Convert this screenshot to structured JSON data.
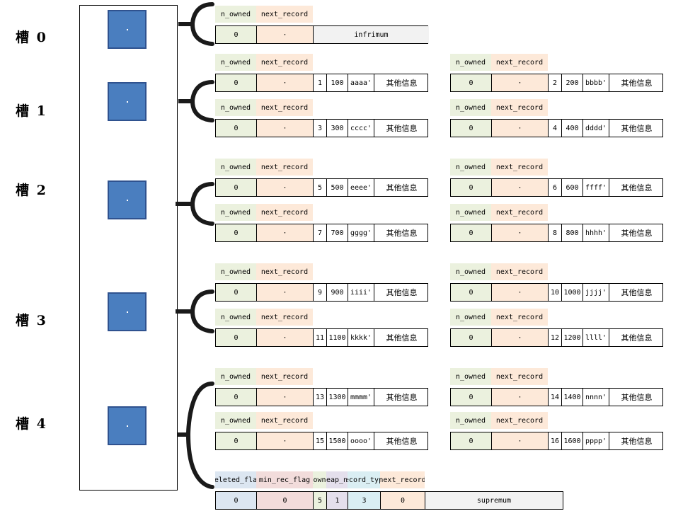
{
  "slots": [
    {
      "label": "槽 0"
    },
    {
      "label": "槽 1"
    },
    {
      "label": "槽 2"
    },
    {
      "label": "槽 3"
    },
    {
      "label": "槽 4"
    }
  ],
  "headers": {
    "n_owned": "n_owned",
    "next_record": "next_record"
  },
  "infimum": {
    "n_owned": "0",
    "next": "·",
    "name": "infrimum"
  },
  "records": [
    {
      "n_owned": "0",
      "next": "·",
      "id": "1",
      "val": "100",
      "name": "aaaa'",
      "info": "其他信息"
    },
    {
      "n_owned": "0",
      "next": "·",
      "id": "2",
      "val": "200",
      "name": "bbbb'",
      "info": "其他信息"
    },
    {
      "n_owned": "0",
      "next": "·",
      "id": "3",
      "val": "300",
      "name": "cccc'",
      "info": "其他信息"
    },
    {
      "n_owned": "0",
      "next": "·",
      "id": "4",
      "val": "400",
      "name": "dddd'",
      "info": "其他信息"
    },
    {
      "n_owned": "0",
      "next": "·",
      "id": "5",
      "val": "500",
      "name": "eeee'",
      "info": "其他信息"
    },
    {
      "n_owned": "0",
      "next": "·",
      "id": "6",
      "val": "600",
      "name": "ffff'",
      "info": "其他信息"
    },
    {
      "n_owned": "0",
      "next": "·",
      "id": "7",
      "val": "700",
      "name": "gggg'",
      "info": "其他信息"
    },
    {
      "n_owned": "0",
      "next": "·",
      "id": "8",
      "val": "800",
      "name": "hhhh'",
      "info": "其他信息"
    },
    {
      "n_owned": "0",
      "next": "·",
      "id": "9",
      "val": "900",
      "name": "iiii'",
      "info": "其他信息"
    },
    {
      "n_owned": "0",
      "next": "·",
      "id": "10",
      "val": "1000",
      "name": "jjjj'",
      "info": "其他信息"
    },
    {
      "n_owned": "0",
      "next": "·",
      "id": "11",
      "val": "1100",
      "name": "kkkk'",
      "info": "其他信息"
    },
    {
      "n_owned": "0",
      "next": "·",
      "id": "12",
      "val": "1200",
      "name": "llll'",
      "info": "其他信息"
    },
    {
      "n_owned": "0",
      "next": "·",
      "id": "13",
      "val": "1300",
      "name": "mmmm'",
      "info": "其他信息"
    },
    {
      "n_owned": "0",
      "next": "·",
      "id": "14",
      "val": "1400",
      "name": "nnnn'",
      "info": "其他信息"
    },
    {
      "n_owned": "0",
      "next": "·",
      "id": "15",
      "val": "1500",
      "name": "oooo'",
      "info": "其他信息"
    },
    {
      "n_owned": "0",
      "next": "·",
      "id": "16",
      "val": "1600",
      "name": "pppp'",
      "info": "其他信息"
    }
  ],
  "supremum": {
    "headers": [
      "deleted_flag",
      "min_rec_flag",
      "n_owned",
      "heap_no",
      "record_type",
      "next_record"
    ],
    "values": [
      "0",
      "0",
      "5",
      "1",
      "3",
      "0"
    ],
    "name": "supremum"
  }
}
